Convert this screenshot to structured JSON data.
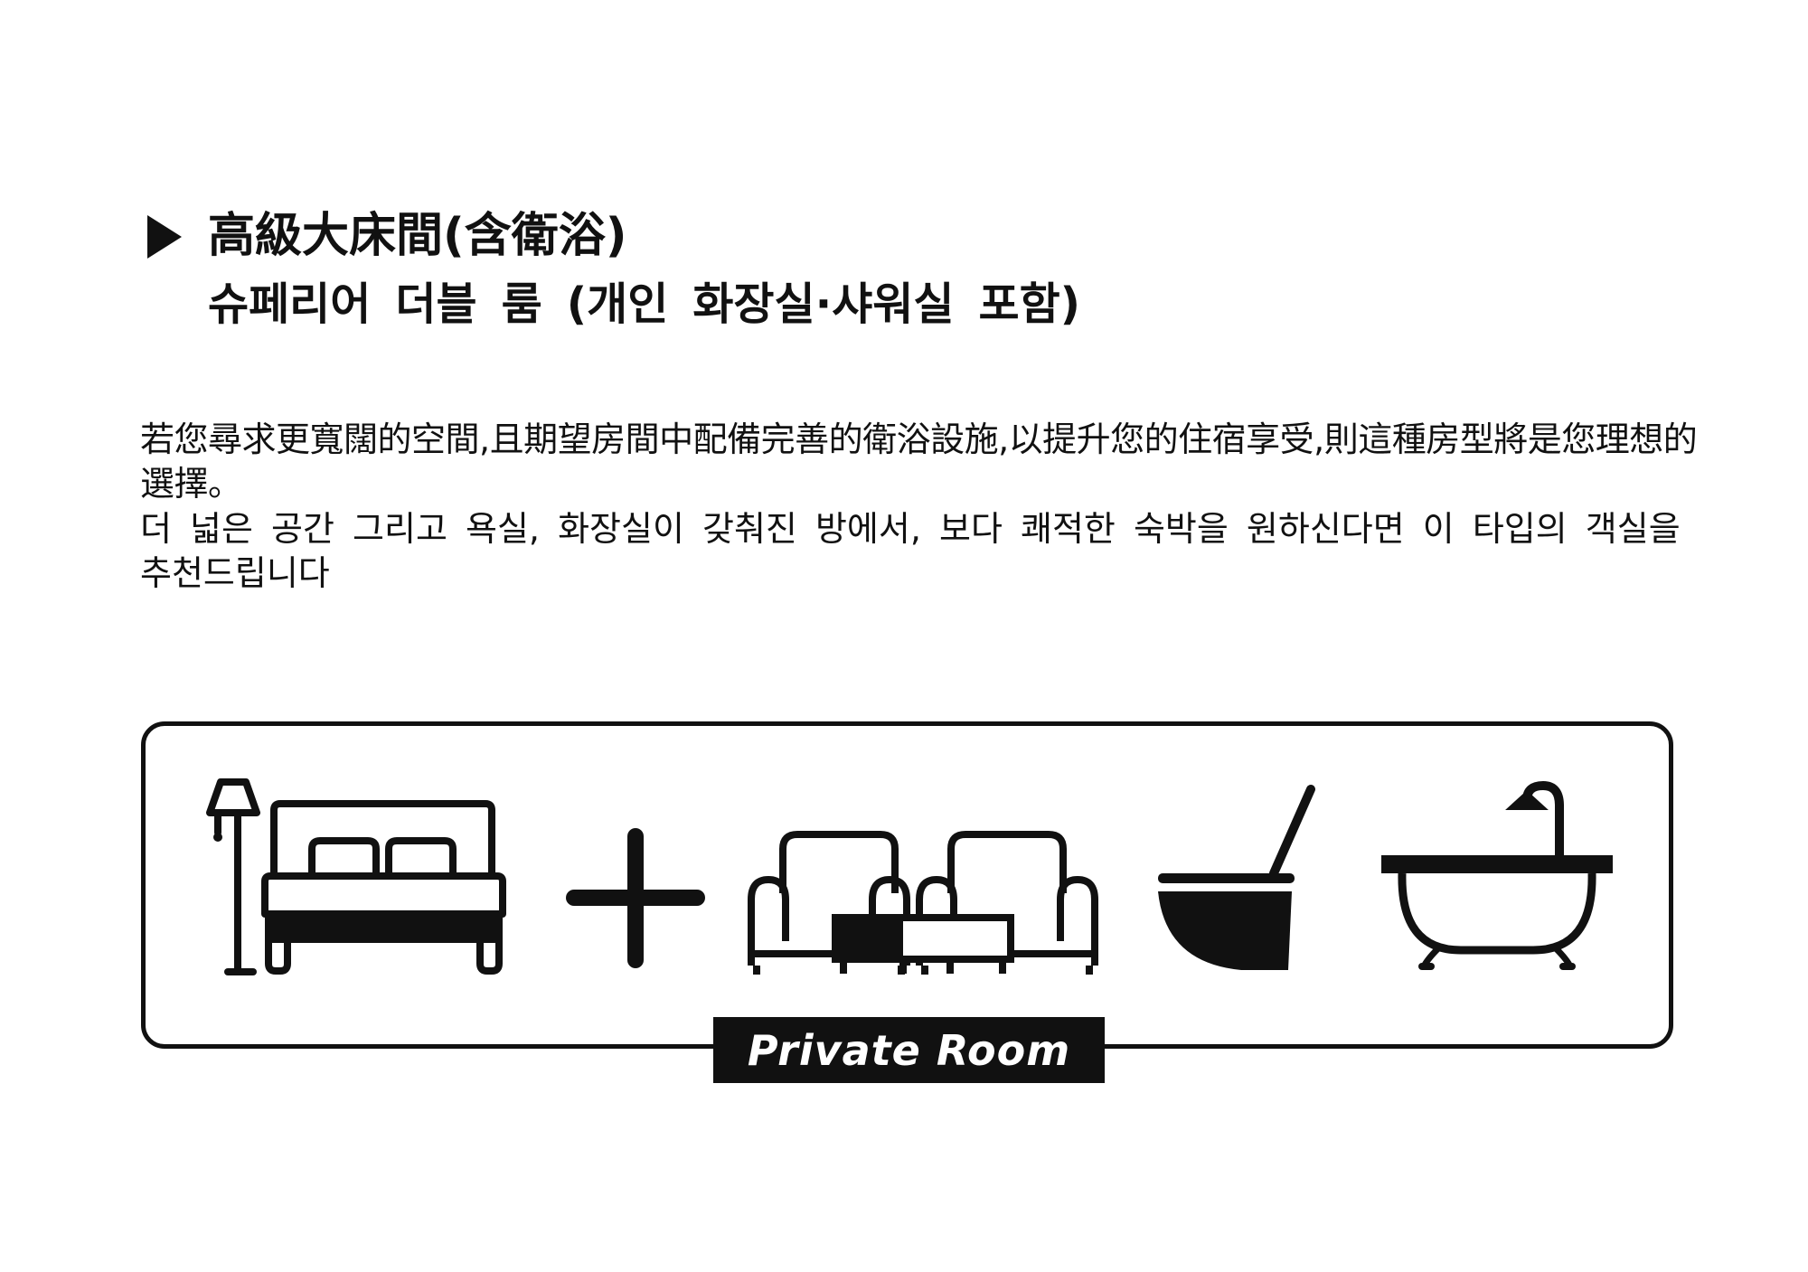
{
  "heading": {
    "title_zh": "高級大床間(含衛浴)",
    "title_ko": "슈페리어 더블 룸 (개인 화장실·샤워실 포함)"
  },
  "description": {
    "zh_text": "若您尋求更寬闊的空間,且期望房間中配備完善的衛浴設施,以提升您的住宿享受,則這種房型將是您理想的選擇。",
    "ko_text": "더 넓은 공간 그리고 욕실, 화장실이 갖춰진 방에서, 보다 쾌적한 숙박을 원하신다면 이 타입의 객실을 추천드립니다"
  },
  "amenities": {
    "icons": [
      "lamp-icon",
      "bed-icon",
      "plus-icon",
      "sofa-icon",
      "table-icon",
      "toilet-icon",
      "bathtub-icon",
      "shower-icon"
    ],
    "label": "Private Room"
  },
  "colors": {
    "ink": "#111111",
    "background": "#ffffff",
    "label_text": "#ffffff"
  }
}
